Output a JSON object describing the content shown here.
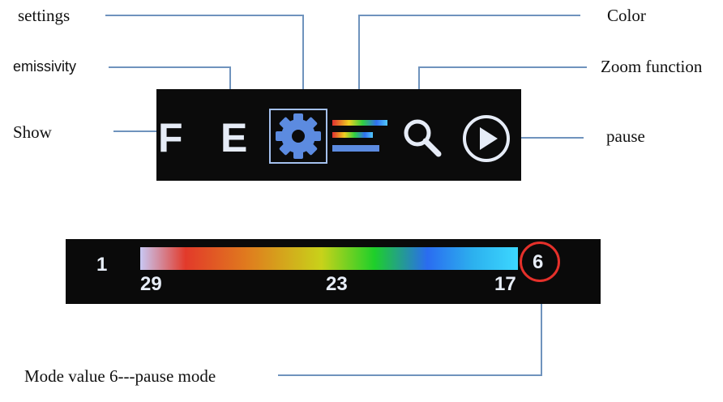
{
  "labels": {
    "settings": "settings",
    "emissivity": "emissivity",
    "show": "Show",
    "color": "Color",
    "zoom": "Zoom function",
    "pause": "pause",
    "mode": "Mode value 6---pause mode"
  },
  "toolbar": {
    "show_letter": "F",
    "emissivity_letter": "E",
    "icons": [
      "gear-icon",
      "color-palette-icon",
      "magnifier-icon",
      "play-icon"
    ]
  },
  "scale": {
    "left_index": "1",
    "left_value": "29",
    "mid_value": "23",
    "right_value": "17",
    "mode_value": "6"
  },
  "colors": {
    "leader_line": "#6f93bd",
    "icon_blue": "#5c8be0",
    "highlight_circle": "#e5302a"
  }
}
